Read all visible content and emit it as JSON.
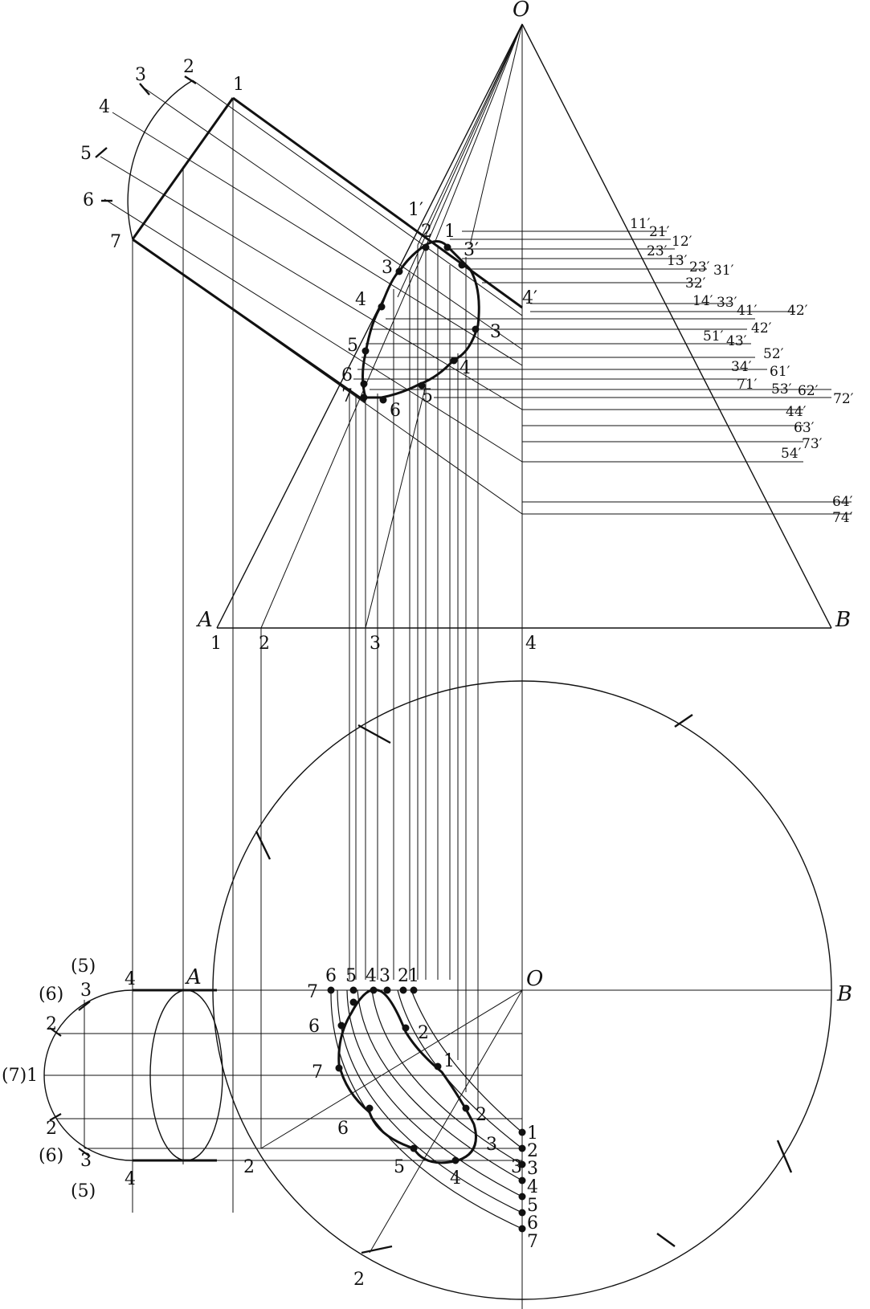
{
  "letters": {
    "apex_front": "O",
    "base_left_front": "A",
    "base_right_front": "B",
    "center_top": "O",
    "point_a_top": "A",
    "point_b_top": "B"
  },
  "base_numbers_front": [
    "1",
    "2",
    "3",
    "4"
  ],
  "aux_circle_front": [
    "1",
    "2",
    "3",
    "4",
    "5",
    "6",
    "7"
  ],
  "cyl_front_near": [
    "1′",
    "2",
    "1",
    "3′",
    "3",
    "4",
    "5",
    "6",
    "7",
    "4′",
    "3",
    "4",
    "5",
    "6"
  ],
  "primed_pairs": [
    "11′",
    "21′",
    "12′",
    "23′",
    "13′",
    "23′",
    "31′",
    "32′",
    "14′",
    "33′",
    "41′",
    "42′",
    "51′",
    "43′",
    "42′",
    "52′",
    "34′",
    "61′",
    "71′",
    "53′",
    "62′",
    "72′",
    "44′",
    "63′",
    "54′",
    "73′",
    "64′",
    "74′"
  ],
  "aux_left_top": [
    "(5)",
    "3",
    "(6)",
    "2",
    "(7)1",
    "2",
    "(6)",
    "3",
    "(5)",
    "4",
    "4",
    "2",
    "2"
  ],
  "top_arc_labels": [
    "6",
    "5",
    "4",
    "3",
    "2",
    "1",
    "7",
    "6",
    "7",
    "2",
    "1",
    "2",
    "3",
    "6",
    "5",
    "4",
    "3"
  ],
  "top_right_numbers": [
    "1",
    "2",
    "3",
    "4",
    "5",
    "6",
    "7"
  ]
}
